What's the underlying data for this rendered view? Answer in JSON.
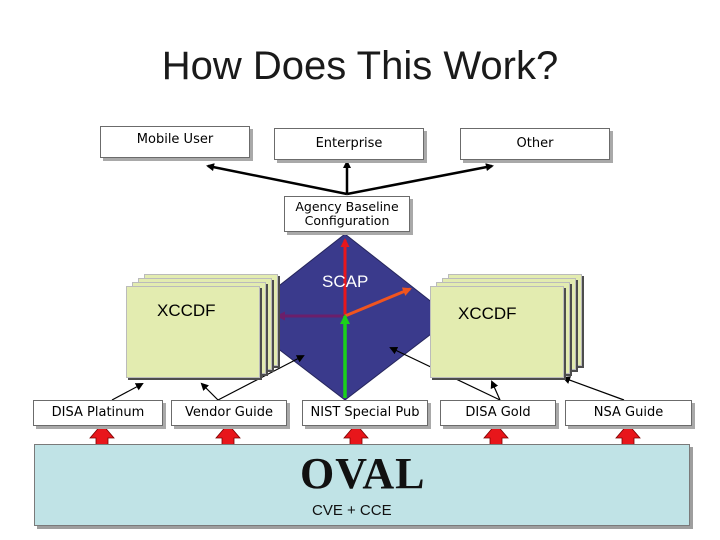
{
  "title": "How Does This Work?",
  "consumers": [
    {
      "label": "Mobile User"
    },
    {
      "label": "Enterprise"
    },
    {
      "label": "Other"
    }
  ],
  "baseline": {
    "line1": "Agency Baseline",
    "line2": "Configuration"
  },
  "scap": {
    "label": "SCAP"
  },
  "xccdf": {
    "left": "XCCDF",
    "right": "XCCDF"
  },
  "sources": [
    {
      "label": "DISA Platinum"
    },
    {
      "label": "Vendor Guide"
    },
    {
      "label": "NIST Special Pub"
    },
    {
      "label": "DISA Gold"
    },
    {
      "label": "NSA Guide"
    }
  ],
  "oval": {
    "label": "OVAL",
    "sublabel": "CVE + CCE"
  },
  "colors": {
    "diamond": "#3a3a8c",
    "arrow_red": "#e8161b",
    "arrow_orange": "#f0541e",
    "arrow_purple": "#6b1f6b",
    "arrow_green": "#1bd11b",
    "xccdf_page": "#e3ecb0",
    "oval_bg": "#c0e3e6"
  }
}
